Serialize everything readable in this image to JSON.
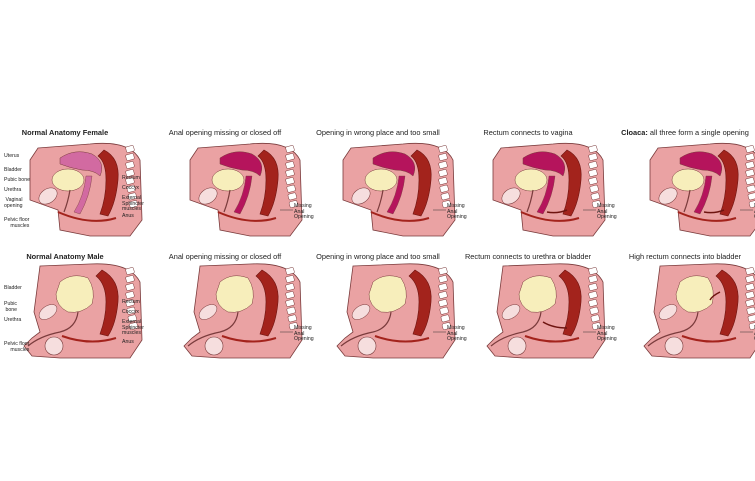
{
  "female_row": {
    "titles": [
      {
        "bold": "Normal Anatomy Female",
        "text": ""
      },
      {
        "bold": "",
        "text": "Anal opening missing or closed off"
      },
      {
        "bold": "",
        "text": "Opening in wrong place and too small"
      },
      {
        "bold": "",
        "text": "Rectum connects to vagina"
      },
      {
        "bold": "Cloaca:",
        "text": " all three form a single opening"
      }
    ],
    "left_labels": [
      "Uterus",
      "Bladder",
      "Pubic bone",
      "Urethra",
      "Vaginal\nopening",
      "Pelvic floor\nmuscles"
    ],
    "right_labels": [
      "Rectum",
      "Coccyx",
      "External\nSphincter\nmuscles",
      "Anus"
    ]
  },
  "male_row": {
    "titles": [
      {
        "bold": "Normal Anatomy Male",
        "text": ""
      },
      {
        "bold": "",
        "text": "Anal opening missing or closed off"
      },
      {
        "bold": "",
        "text": "Opening in wrong place and too small"
      },
      {
        "bold": "",
        "text": "Rectum connects to urethra or bladder"
      },
      {
        "bold": "",
        "text": "High rectum connects into bladder"
      }
    ],
    "left_labels": [
      "Bladder",
      "Pubic\nbone",
      "Urethra",
      "Pelvic floor\nmuscles"
    ],
    "right_labels": [
      "Rectum",
      "Coccyx",
      "External\nSphincter\nmuscles",
      "Anus"
    ]
  },
  "missing_label": "Missing\nAnal\nOpening",
  "colors": {
    "body": "#eaa2a3",
    "body_outline": "#7a3b3c",
    "rectum": "#a3231c",
    "rectum_dark": "#6e1410",
    "uterus_normal": "#d26aa1",
    "uterus_dark": "#b5145c",
    "bladder": "#f7eebb",
    "bone": "#f6dede",
    "spine": "#ffffff"
  }
}
